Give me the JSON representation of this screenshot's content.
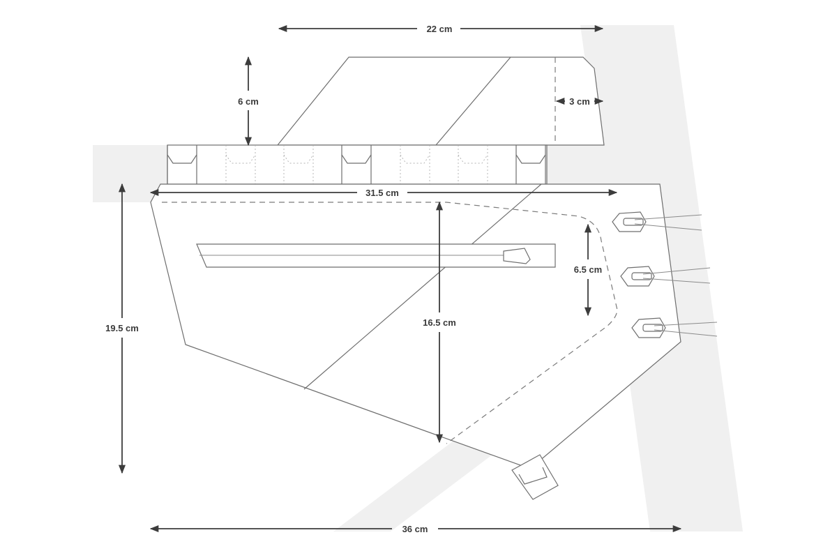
{
  "dimensions": {
    "top_bag_length": "22 cm",
    "top_bag_height": "6 cm",
    "top_bag_end": "3 cm",
    "frame_bag_top_length": "31.5 cm",
    "frame_bag_height": "19.5 cm",
    "frame_bag_inner_height": "16.5 cm",
    "pocket_depth": "6.5 cm",
    "frame_bag_bottom_length": "36 cm"
  },
  "colors": {
    "frame_fill": "#f0f0f0",
    "outline": "#6e6e6e",
    "dimension": "#3c3c3c"
  }
}
